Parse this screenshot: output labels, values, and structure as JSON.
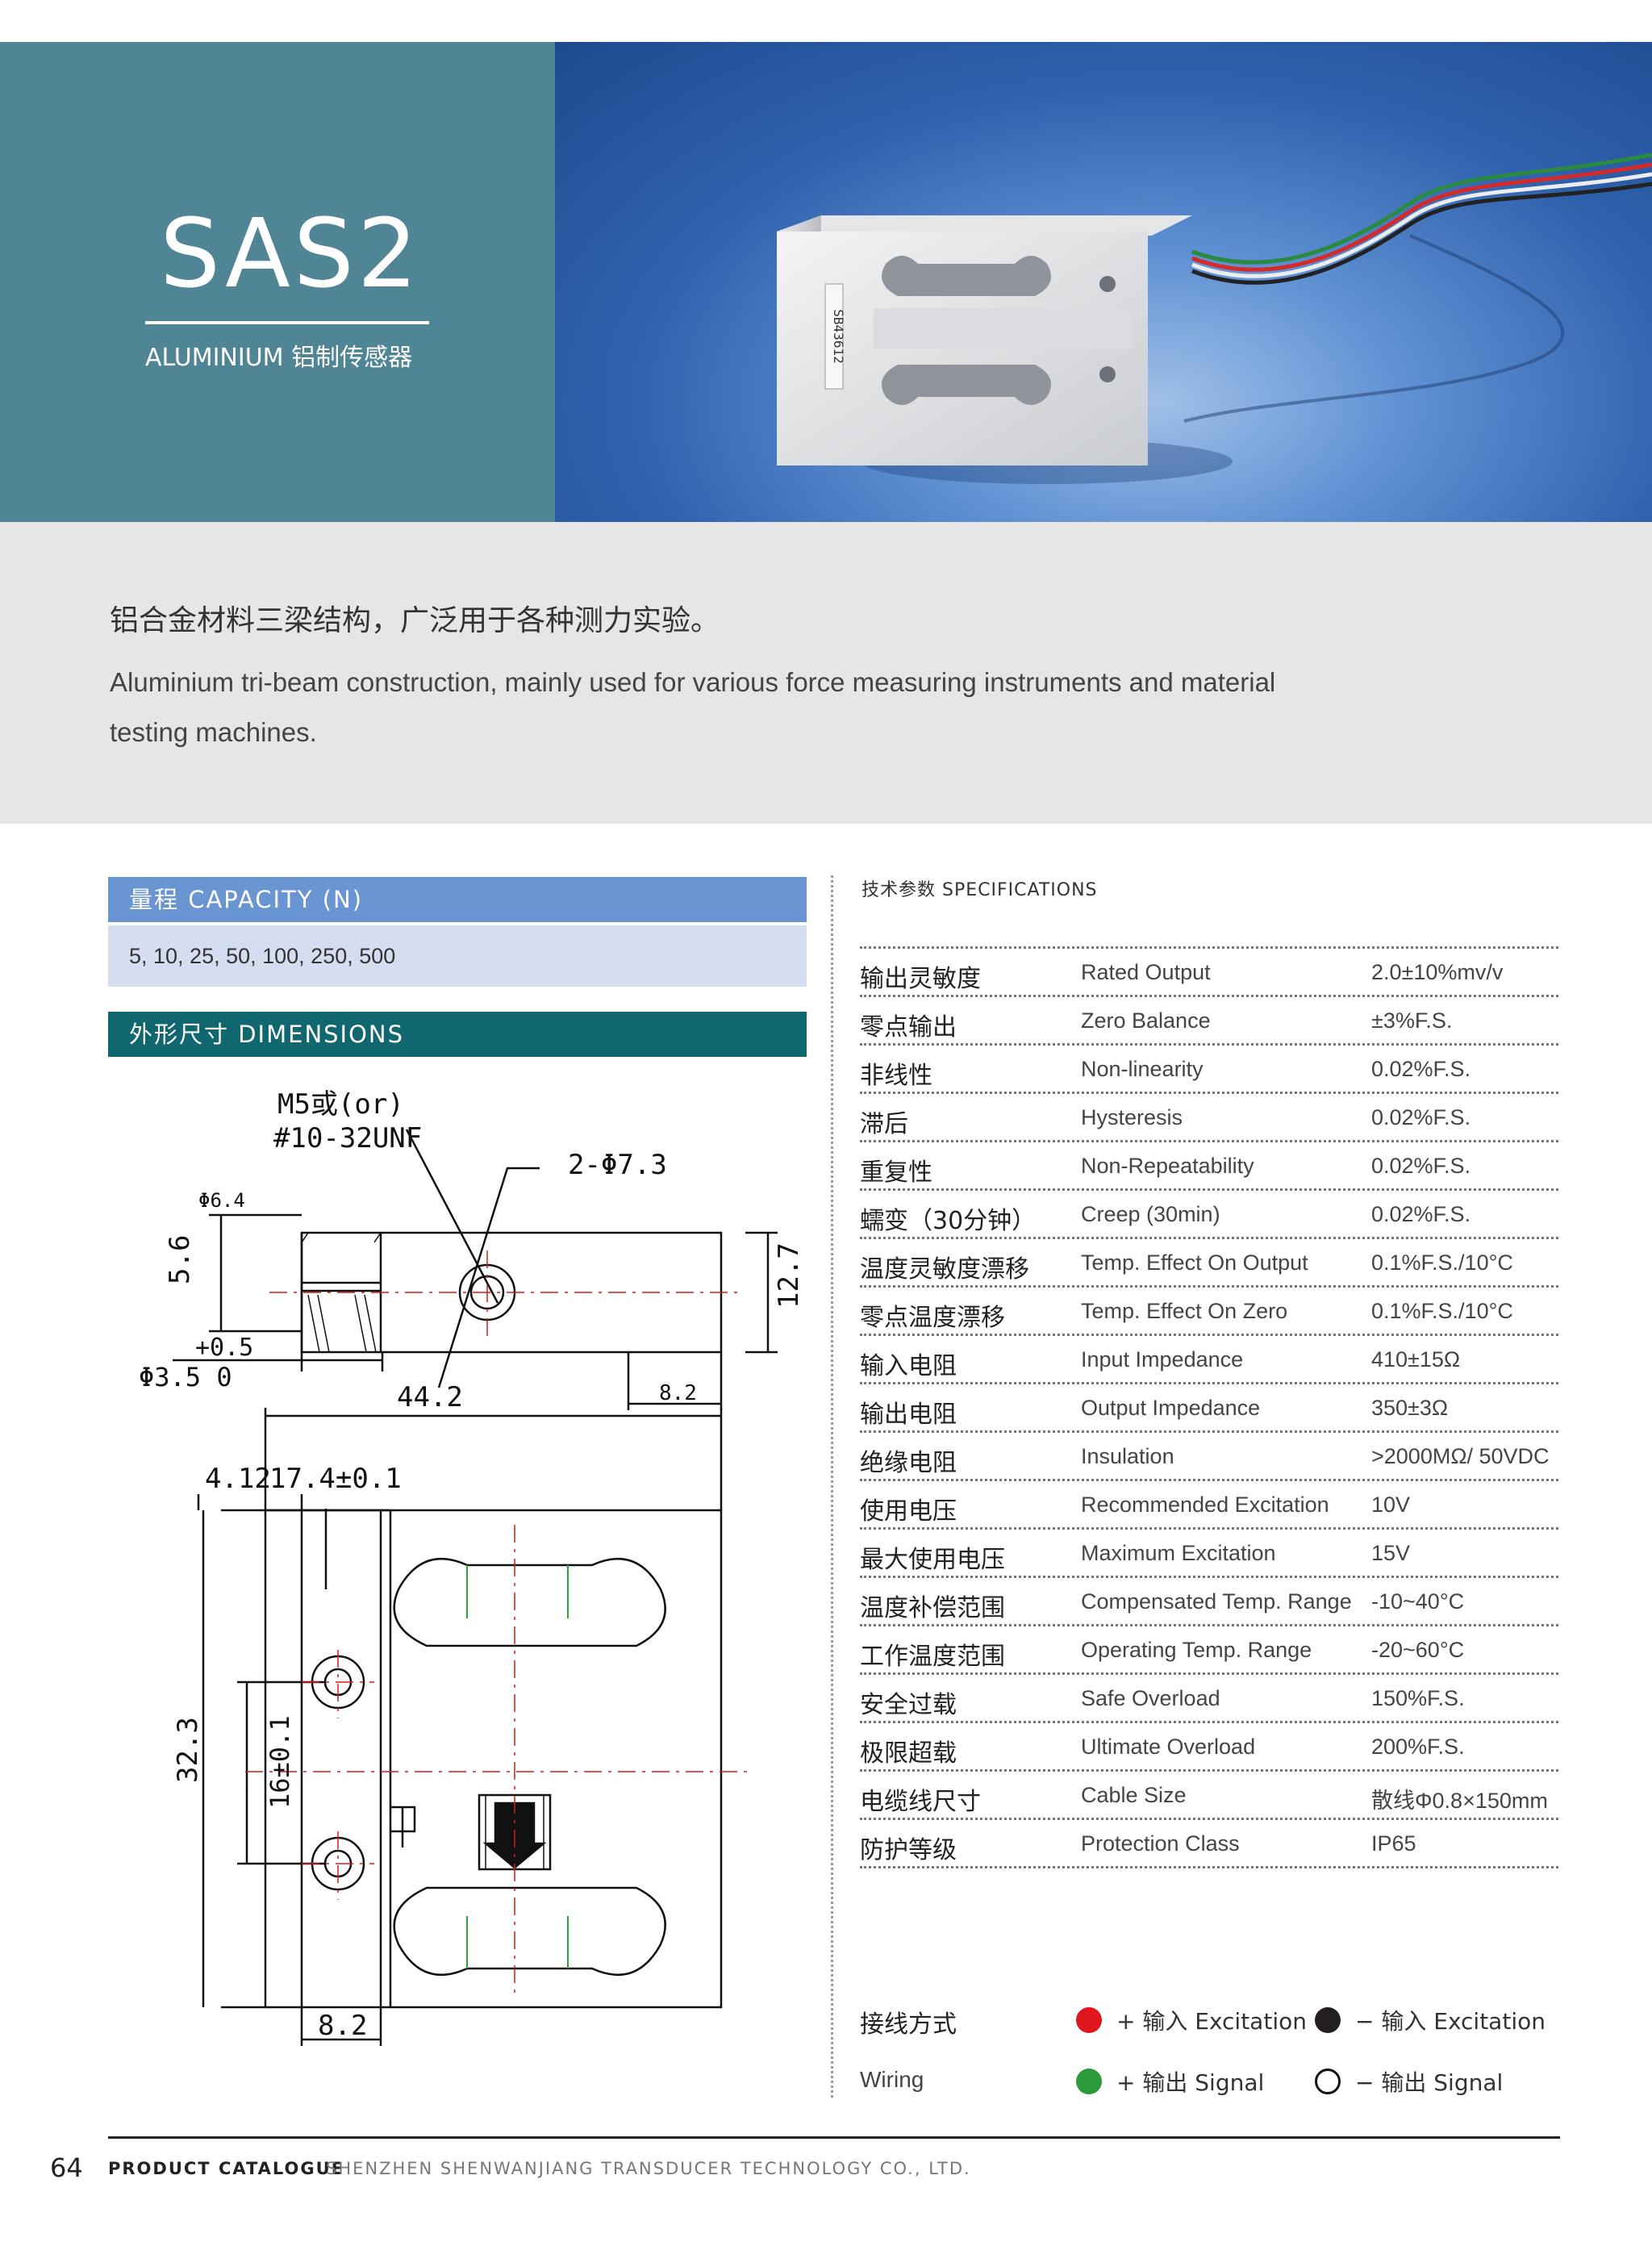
{
  "header": {
    "model": "SAS2",
    "subtitle": "ALUMINIUM 铝制传感器",
    "serial": "SB43612"
  },
  "intro": {
    "cn": "铝合金材料三梁结构，广泛用于各种测力实验。",
    "en": "Aluminium tri-beam construction, mainly used for various force measuring instruments and material testing machines."
  },
  "capacity": {
    "heading": "量程 CAPACITY (N)",
    "values": "5, 10, 25, 50, 100, 250, 500"
  },
  "dimensions": {
    "heading": "外形尺寸  DIMENSIONS",
    "labels": {
      "thread": "M5或(or)",
      "thread_alt": "#10-32UNF",
      "holes": "2-Φ7.3",
      "dia_top": "Φ6.4",
      "h56": "5.6",
      "tol": "+0.5",
      "dia_bottom": "Φ3.5  0",
      "h127": "12.7",
      "w82_top": "8.2",
      "w442": "44.2",
      "w412": "4.12",
      "w174": "17.4±0.1",
      "h323": "32.3",
      "h16": "16±0.1",
      "w82_bottom": "8.2"
    }
  },
  "specs": {
    "heading": "技术参数 SPECIFICATIONS",
    "rows": [
      {
        "cn": "输出灵敏度",
        "en": "Rated Output",
        "value": "2.0±10%mv/v"
      },
      {
        "cn": "零点输出",
        "en": "Zero Balance",
        "value": "±3%F.S."
      },
      {
        "cn": "非线性",
        "en": "Non-linearity",
        "value": "0.02%F.S."
      },
      {
        "cn": "滞后",
        "en": "Hysteresis",
        "value": "0.02%F.S."
      },
      {
        "cn": "重复性",
        "en": "Non-Repeatability",
        "value": "0.02%F.S."
      },
      {
        "cn": "蠕变（30分钟）",
        "en": "Creep (30min)",
        "value": "0.02%F.S."
      },
      {
        "cn": "温度灵敏度漂移",
        "en": "Temp. Effect On Output",
        "value": "0.1%F.S./10°C"
      },
      {
        "cn": "零点温度漂移",
        "en": "Temp. Effect On Zero",
        "value": "0.1%F.S./10°C"
      },
      {
        "cn": "输入电阻",
        "en": "Input Impedance",
        "value": "410±15Ω"
      },
      {
        "cn": "输出电阻",
        "en": "Output Impedance",
        "value": "350±3Ω"
      },
      {
        "cn": "绝缘电阻",
        "en": "Insulation",
        "value": ">2000MΩ/ 50VDC"
      },
      {
        "cn": "使用电压",
        "en": "Recommended Excitation",
        "value": "10V"
      },
      {
        "cn": "最大使用电压",
        "en": "Maximum Excitation",
        "value": "15V"
      },
      {
        "cn": "温度补偿范围",
        "en": "Compensated Temp. Range",
        "value": "-10~40°C"
      },
      {
        "cn": "工作温度范围",
        "en": "Operating Temp. Range",
        "value": "-20~60°C"
      },
      {
        "cn": "安全过载",
        "en": "Safe Overload",
        "value": "150%F.S."
      },
      {
        "cn": "极限超载",
        "en": "Ultimate Overload",
        "value": "200%F.S."
      },
      {
        "cn": "电缆线尺寸",
        "en": "Cable Size",
        "value": "散线Φ0.8×150mm"
      },
      {
        "cn": "防护等级",
        "en": "Protection Class",
        "value": "IP65"
      }
    ]
  },
  "wiring": {
    "cn": "接线方式",
    "en": "Wiring",
    "items": [
      {
        "label": "+ 输入 Excitation",
        "color": "#e0161f"
      },
      {
        "label": "− 输入 Excitation",
        "color": "#231f20"
      },
      {
        "label": "+ 输出 Signal",
        "color": "#2a9a3c"
      },
      {
        "label": "− 输出 Signal",
        "color": "#ffffff"
      }
    ]
  },
  "footer": {
    "page": "64",
    "brand": "PRODUCT CATALOGUE",
    "company": "SHENZHEN SHENWANJIANG TRANSDUCER TECHNOLOGY CO., LTD."
  }
}
